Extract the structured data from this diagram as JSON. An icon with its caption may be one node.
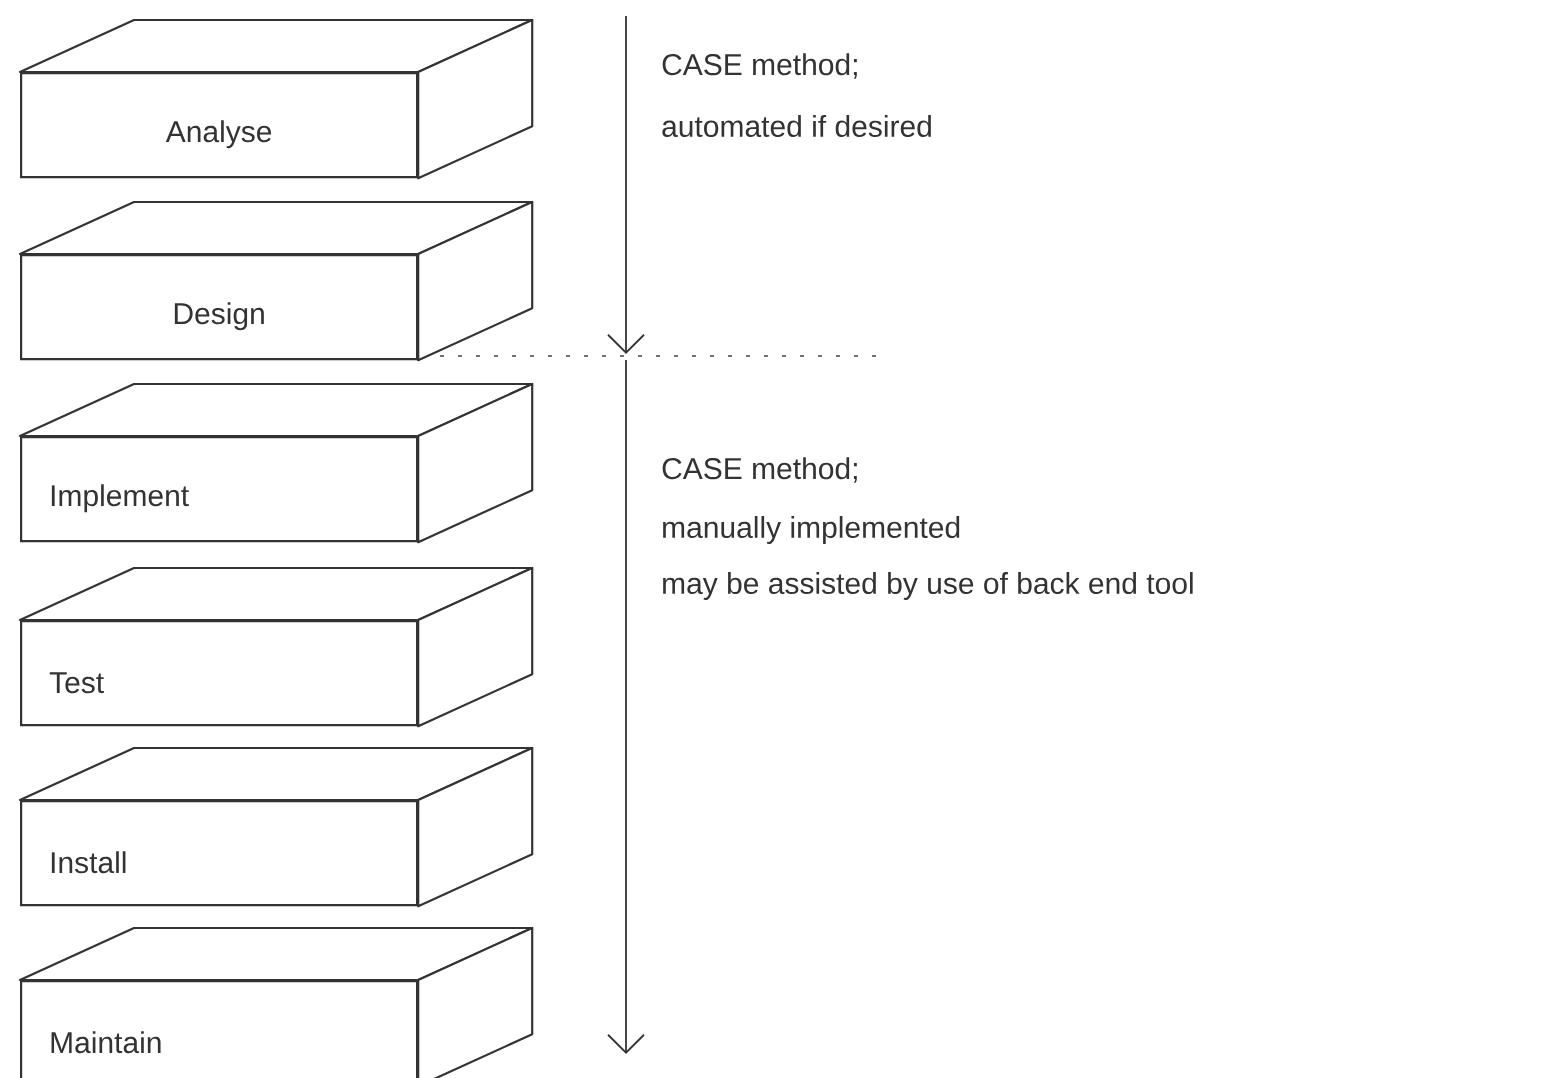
{
  "diagram": {
    "nodes": [
      {
        "text": [
          "Analyse"
        ]
      },
      {
        "text": [
          "Design"
        ]
      },
      {
        "text": [
          "Implement"
        ]
      },
      {
        "text": [
          "Test"
        ]
      },
      {
        "text": [
          "Install"
        ]
      },
      {
        "text": [
          "Maintain"
        ]
      }
    ],
    "labels": [
      "CASE method;",
      "automated if desired",
      "CASE method;",
      "manually implemented",
      "may be assisted by use of back end tool"
    ]
  }
}
